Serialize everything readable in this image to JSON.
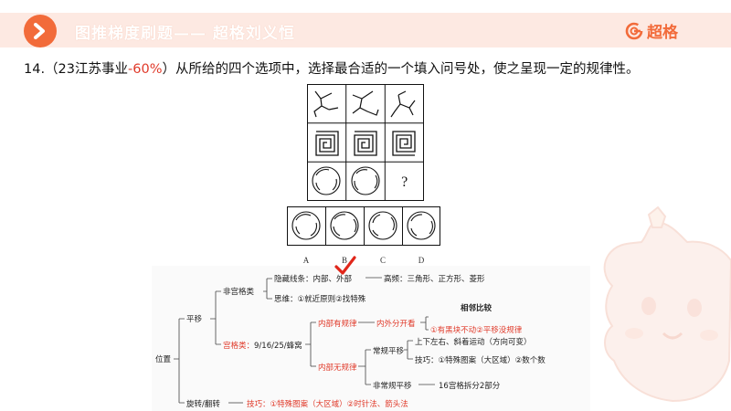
{
  "header": {
    "title": "图推梯度刷题—— 超格刘义恒",
    "brand": "超格"
  },
  "question": {
    "prefix": "14.（23江苏事业",
    "accuracy": "-60%",
    "suffix": "）从所给的四个选项中，选择最合适的一个填入问号处，使之呈现一定的规律性。"
  },
  "puzzle": {
    "missing_mark": "?",
    "option_labels": [
      "A",
      "B",
      "C",
      "D"
    ]
  },
  "mindmap": {
    "root": "位置",
    "pingyi": "平移",
    "fei_gongge": "非宫格类",
    "yincang": "隐藏线条：内部、外部",
    "gaopin": "高频：三角形、正方形、菱形",
    "siwei": "思维：①就近原则②找特殊",
    "gongge": "宫格类：9/16/25/蜂窝",
    "neibu_you": "内部有规律",
    "neiwai": "内外分开看",
    "xianglin": "相邻比较",
    "xianglin_detail": "①有黑块不动②平移没规律",
    "neibu_wu": "内部无规律",
    "changgui": "常规平移",
    "shangxia": "上下左右、斜着运动（方向可变）",
    "jiqiao": "技巧：①特殊图案（大区域）②数个数",
    "feichanggui": "非常规平移",
    "gongge16": "16宫格拆分2部分",
    "xuanzhuan": "旋转/翻转",
    "xuanzhuan_tip": "技巧：①特殊图案（大区域）②时针法、箭头法"
  }
}
